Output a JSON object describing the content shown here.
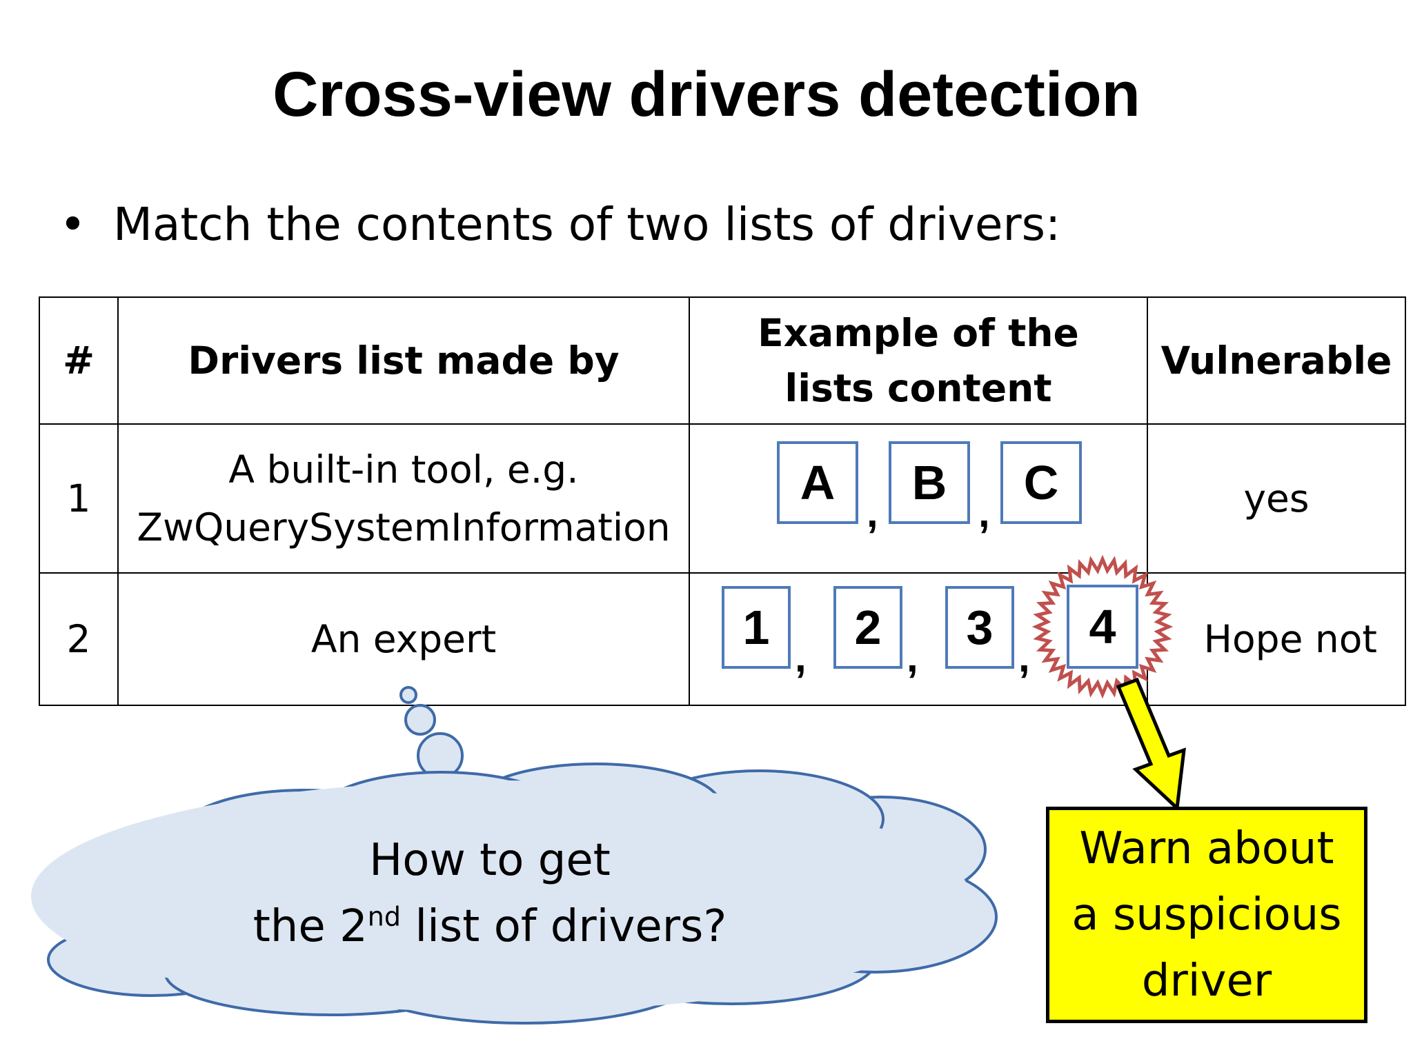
{
  "title": "Cross-view drivers detection",
  "bullet": {
    "symbol": "•",
    "text": "Match the contents of two lists of drivers:"
  },
  "table": {
    "headers": {
      "num": "#",
      "made_by": "Drivers list made by",
      "example": "Example of the lists content",
      "vulnerable": "Vulnerable"
    },
    "rows": [
      {
        "num": "1",
        "made_by_line1": "A built-in tool, e.g.",
        "made_by_line2": "ZwQuerySystemInformation",
        "items": [
          "A",
          "B",
          "C"
        ],
        "vulnerable": "yes"
      },
      {
        "num": "2",
        "made_by_line1": "An expert",
        "items": [
          "1",
          "2",
          "3",
          "4"
        ],
        "vulnerable": "Hope not"
      }
    ],
    "separator": ","
  },
  "thought": {
    "line1": "How to get",
    "line2_pre": "the 2",
    "line2_sup": "nd",
    "line2_post": " list of drivers?"
  },
  "callout": {
    "line1": "Warn about",
    "line2": "a suspicious",
    "line3": "driver"
  },
  "colors": {
    "box_border": "#4f7ab8",
    "cloud_fill": "#dce6f2",
    "cloud_stroke": "#3f6aa8",
    "burst_stroke": "#c0504d",
    "callout_fill": "#ffff00"
  }
}
